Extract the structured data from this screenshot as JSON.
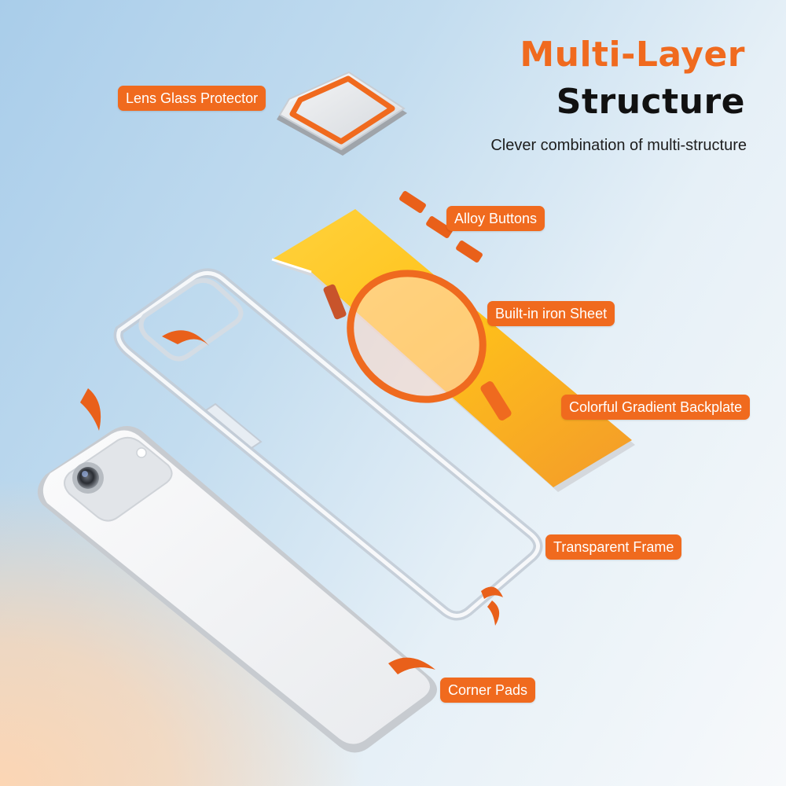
{
  "headline": {
    "line1": "Multi-Layer",
    "line2": "Structure",
    "subtitle": "Clever combination of multi-structure"
  },
  "labels": {
    "lens_glass_protector": "Lens Glass Protector",
    "alloy_buttons": "Alloy Buttons",
    "built_in_iron_sheet": "Built-in iron Sheet",
    "colorful_gradient_backplate": "Colorful Gradient Backplate",
    "transparent_frame": "Transparent Frame",
    "corner_pads": "Corner Pads"
  },
  "colors": {
    "accent": "#f06a1e",
    "title_dark": "#111111",
    "backplate_yellow": "#ffc21a",
    "backplate_orange": "#f5962a",
    "magsafe_ring": "#ef6a1f",
    "phone_body": "#f3f4f5"
  }
}
